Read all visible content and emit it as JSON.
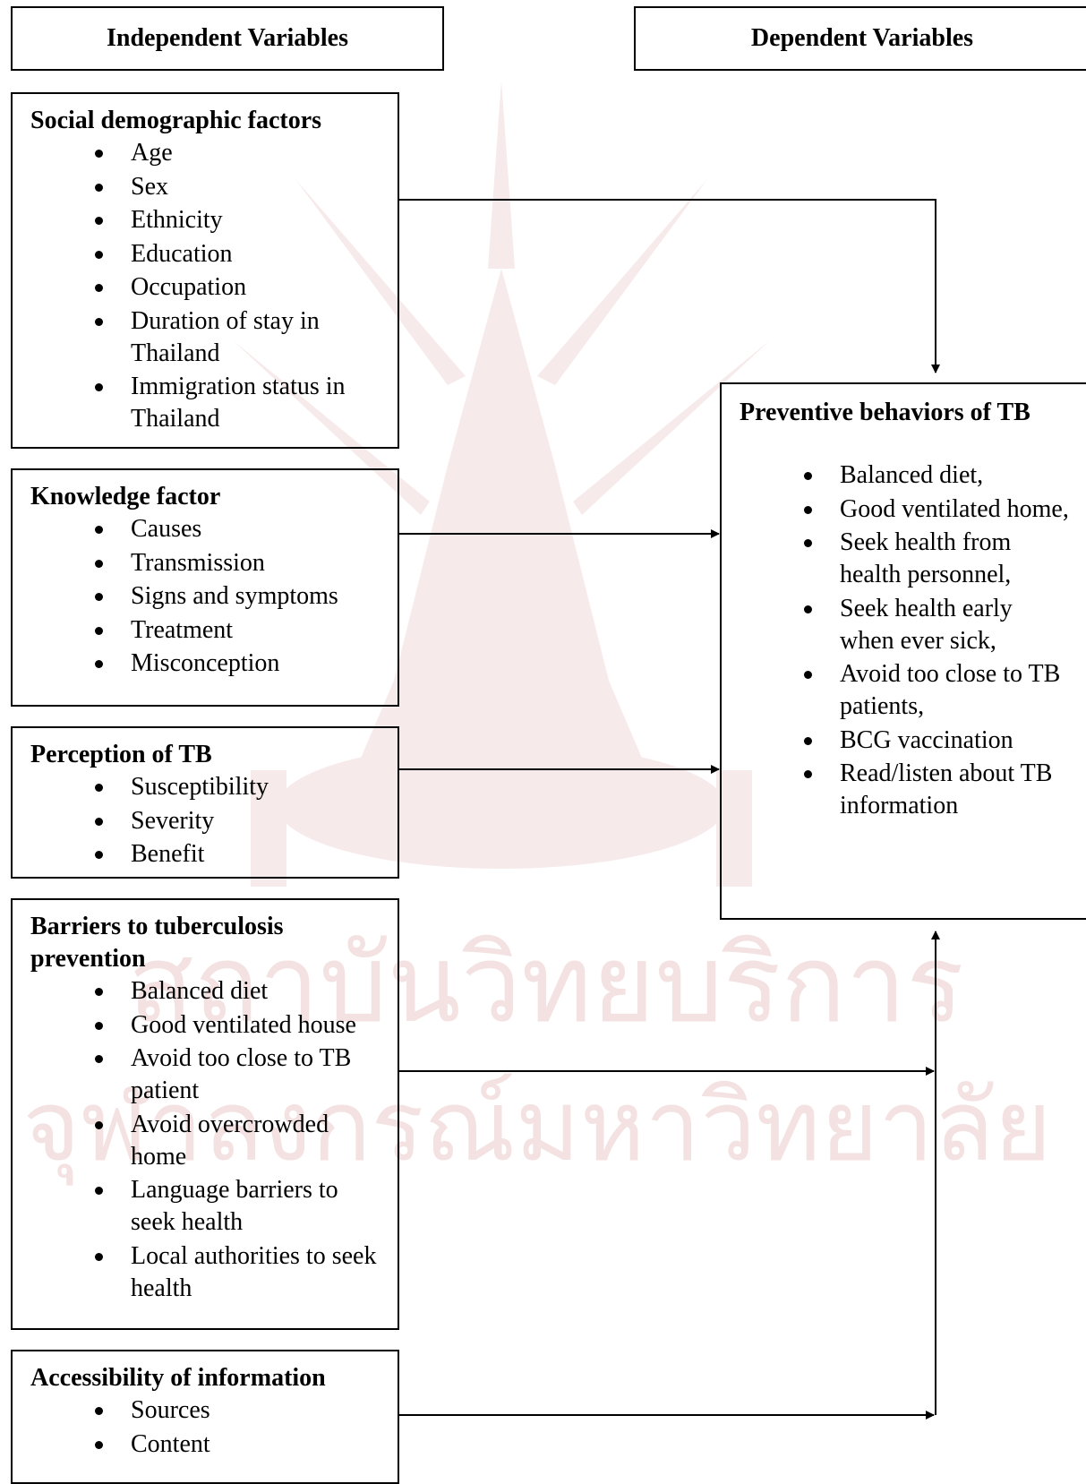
{
  "headers": {
    "independent": "Independent Variables",
    "dependent": "Dependent Variables"
  },
  "factors": [
    {
      "title": "Social demographic factors",
      "items": [
        "Age",
        "Sex",
        "Ethnicity",
        "Education",
        "Occupation",
        "Duration of stay in Thailand",
        "Immigration status in Thailand"
      ]
    },
    {
      "title": "Knowledge factor",
      "items": [
        "Causes",
        "Transmission",
        "Signs and symptoms",
        "Treatment",
        "Misconception"
      ]
    },
    {
      "title": "Perception of TB",
      "items": [
        "Susceptibility",
        "Severity",
        "Benefit"
      ]
    },
    {
      "title": "Barriers to tuberculosis prevention",
      "items": [
        "Balanced diet",
        "Good ventilated house",
        "Avoid too close to TB patient",
        "Avoid overcrowded home",
        "Language barriers to seek health",
        "Local authorities to seek health"
      ]
    },
    {
      "title": "Accessibility of information",
      "items": [
        "Sources",
        "Content"
      ]
    }
  ],
  "outcome": {
    "title": "Preventive behaviors of TB",
    "items": [
      "Balanced diet,",
      "Good ventilated home,",
      "Seek health from health personnel,",
      "Seek health early when ever sick,",
      "Avoid too close to TB patients,",
      "BCG vaccination",
      "Read/listen about TB information"
    ]
  },
  "watermark": {
    "text_line1": "สถาบันวิทยบริการ",
    "text_line2": "จุฬาลงกรณ์มหาวิทยาลัย",
    "color": "#f6e6e6"
  }
}
